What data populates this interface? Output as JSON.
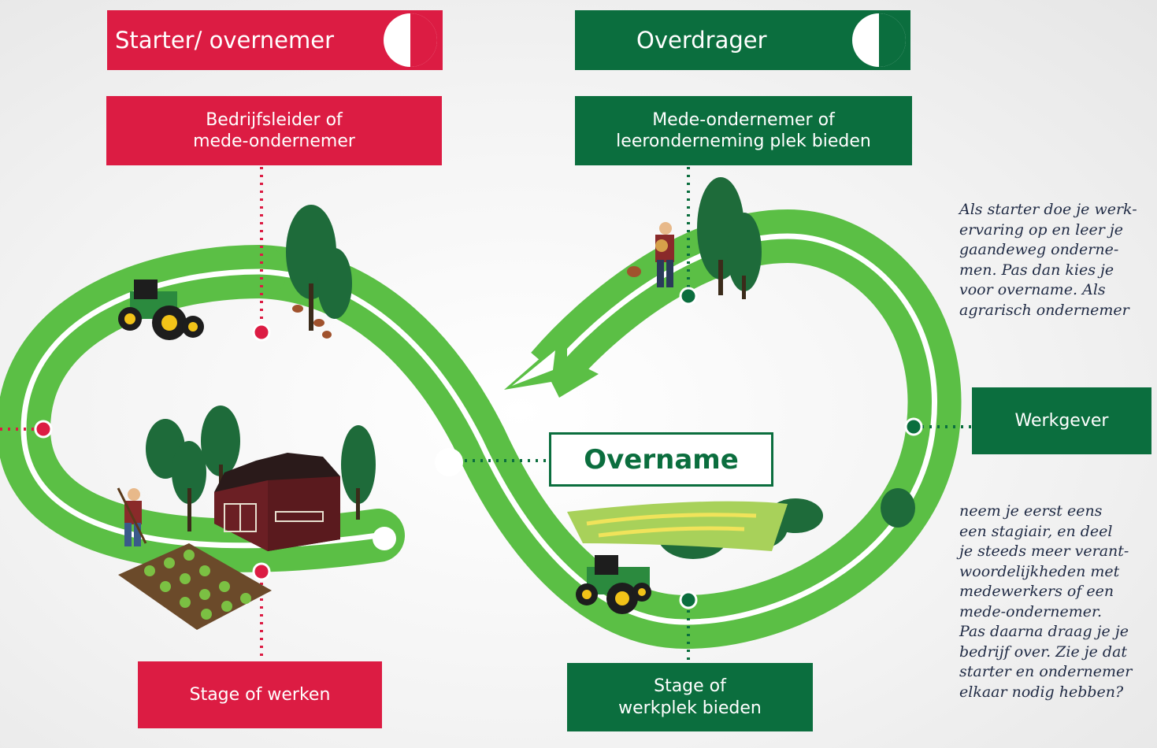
{
  "headers": {
    "starter": "Starter/ overnemer",
    "overdrager": "Overdrager"
  },
  "starter_boxes": {
    "top": [
      "Bedrijfsleider of",
      "mede-ondernemer"
    ],
    "bottom": "Stage of werken"
  },
  "overdrager_boxes": {
    "top": [
      "Mede-ondernemer of",
      "leeronderneming plek bieden"
    ],
    "right": "Werkgever",
    "bottom": [
      "Stage of",
      "werkplek bieden"
    ]
  },
  "center": "Overname",
  "side_text_top": [
    "Als starter doe je werk-",
    "ervaring op en leer je",
    "gaandeweg onderne-",
    "men. Pas dan kies je",
    "voor overname. Als",
    "agrarisch ondernemer"
  ],
  "side_text_bottom": [
    "neem je eerst eens",
    "een stagiair, en deel",
    "je steeds meer verant-",
    "woordelijkheden met",
    "medewerkers of een",
    "mede-ondernemer.",
    "Pas daarna draag je je",
    "bedrijf over. Zie je dat",
    "starter en ondernemer",
    "elkaar nodig hebben?"
  ],
  "colors": {
    "starter_red": "#dc1c43",
    "overdrager_green": "#0b6e3e",
    "track_green": "#5bbf45"
  },
  "icons": [
    "tractor-icon",
    "tree-icon",
    "barn-icon",
    "farmer-icon",
    "chicken-icon",
    "field-icon",
    "half-circle-icon"
  ]
}
